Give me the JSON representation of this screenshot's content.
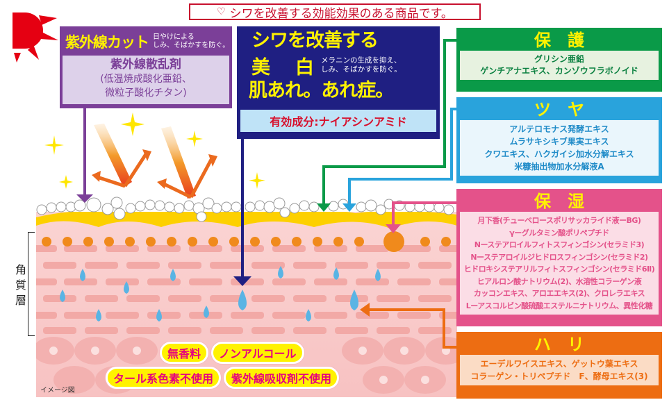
{
  "banner": {
    "icon": "diamond-icon",
    "text": "シワを改善する効能効果のある商品です。",
    "color": "#c8102e"
  },
  "uv_cut": {
    "title": "紫外線カット",
    "subtitle_line1": "日やけによる",
    "subtitle_line2": "しみ、そばかすを防ぐ。",
    "ingredient_main": "紫外線散乱剤",
    "ingredient_line1": "(低温焼成酸化亜鉛、",
    "ingredient_line2": "微粒子酸化チタン)",
    "color": "#7b3f98"
  },
  "main_claim": {
    "line1": "シワを改善する",
    "line2_big_a": "美",
    "line2_big_b": "白",
    "line2_small1": "メラニンの生成を抑え、",
    "line2_small2": "しみ、そばかすを防ぐ。",
    "line3": "肌あれ。あれ症。",
    "active_ingredient": "有効成分:ナイアシンアミド",
    "color": "#1f1f82"
  },
  "categories": [
    {
      "title": "保護",
      "color": "#0a9a48",
      "items": [
        "グリシン亜鉛",
        "ゲンチアナエキス、カンゾウフラボノイド"
      ]
    },
    {
      "title": "ツヤ",
      "color": "#29a3dc",
      "items": [
        "アルテロモナス発酵エキス",
        "ムラサキシキブ果実エキス",
        "クワエキス、ハクガイシ加水分解エキス",
        "米糠抽出物加水分解液A"
      ]
    },
    {
      "title": "保湿",
      "color": "#e4528a",
      "items": [
        "月下香(チューベロースポリサッカライド液ーBG)",
        "γーグルタミン酸ポリペプチド",
        "Nーステアロイルフィトスフィンゴシン(セラミド3)",
        "Nーステアロイルジヒドロスフィンゴシン(セラミド2)",
        "ヒドロキシステアリルフィトスフィンゴシン(セラミド6Ⅱ)",
        "ヒアルロン酸ナトリウム(2)、水溶性コラーゲン液",
        "カッコンエキス、アロエエキス(2)、クロレラエキス",
        "Lーアスコルビン酸硫酸エステルニナトリウム、異性化糖"
      ]
    },
    {
      "title": "ハリ",
      "color": "#ed6d12",
      "items": [
        "エーデルワイスエキス、ゲットウ葉エキス",
        "コラーゲン・トリペプチド　F、酵母エキス(3)"
      ]
    }
  ],
  "skin_diagram": {
    "layer_label": "角質層",
    "image_note": "イメージ図"
  },
  "free_from": [
    "無香料",
    "ノンアルコール",
    "タール系色素不使用",
    "紫外線吸収剤不使用"
  ]
}
